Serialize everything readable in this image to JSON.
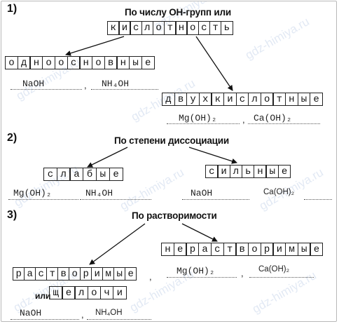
{
  "watermark": "gdz-himiya.ru",
  "sections": {
    "s1": {
      "number": "1)",
      "heading": "По числу ОН-групп или",
      "root": "кислотность",
      "left": {
        "word": "одноосновные",
        "formula_a": "NaOH",
        "comma": ",",
        "formula_b": "NH₄OH"
      },
      "right": {
        "word": "двухкислотные",
        "formula_a": "Mg(OH)₂",
        "comma": ",",
        "formula_b": "Ca(OH)₂"
      }
    },
    "s2": {
      "number": "2)",
      "heading": "По степени диссоциации",
      "left": {
        "word": "слабые",
        "formula_a": "Mg(OH)₂",
        "formula_b": "NH₄OH"
      },
      "right": {
        "word": "сильные",
        "formula_a": "NaOH",
        "formula_b": "Ca(OH)₂"
      }
    },
    "s3": {
      "number": "3)",
      "heading": "По растворимости",
      "left": {
        "word": "растворимые",
        "comma": ",",
        "or_label": "или",
        "word2": "щелочи",
        "formula_a": "NaOH",
        "comma2": ",",
        "formula_b": "NH₄OH"
      },
      "right": {
        "word": "нерастворимые",
        "formula_a": "Mg(OH)₂",
        "comma": ",",
        "formula_b": "Ca(OH)₂"
      }
    }
  },
  "colors": {
    "watermark": "#96afd7",
    "ink": "#111111"
  }
}
